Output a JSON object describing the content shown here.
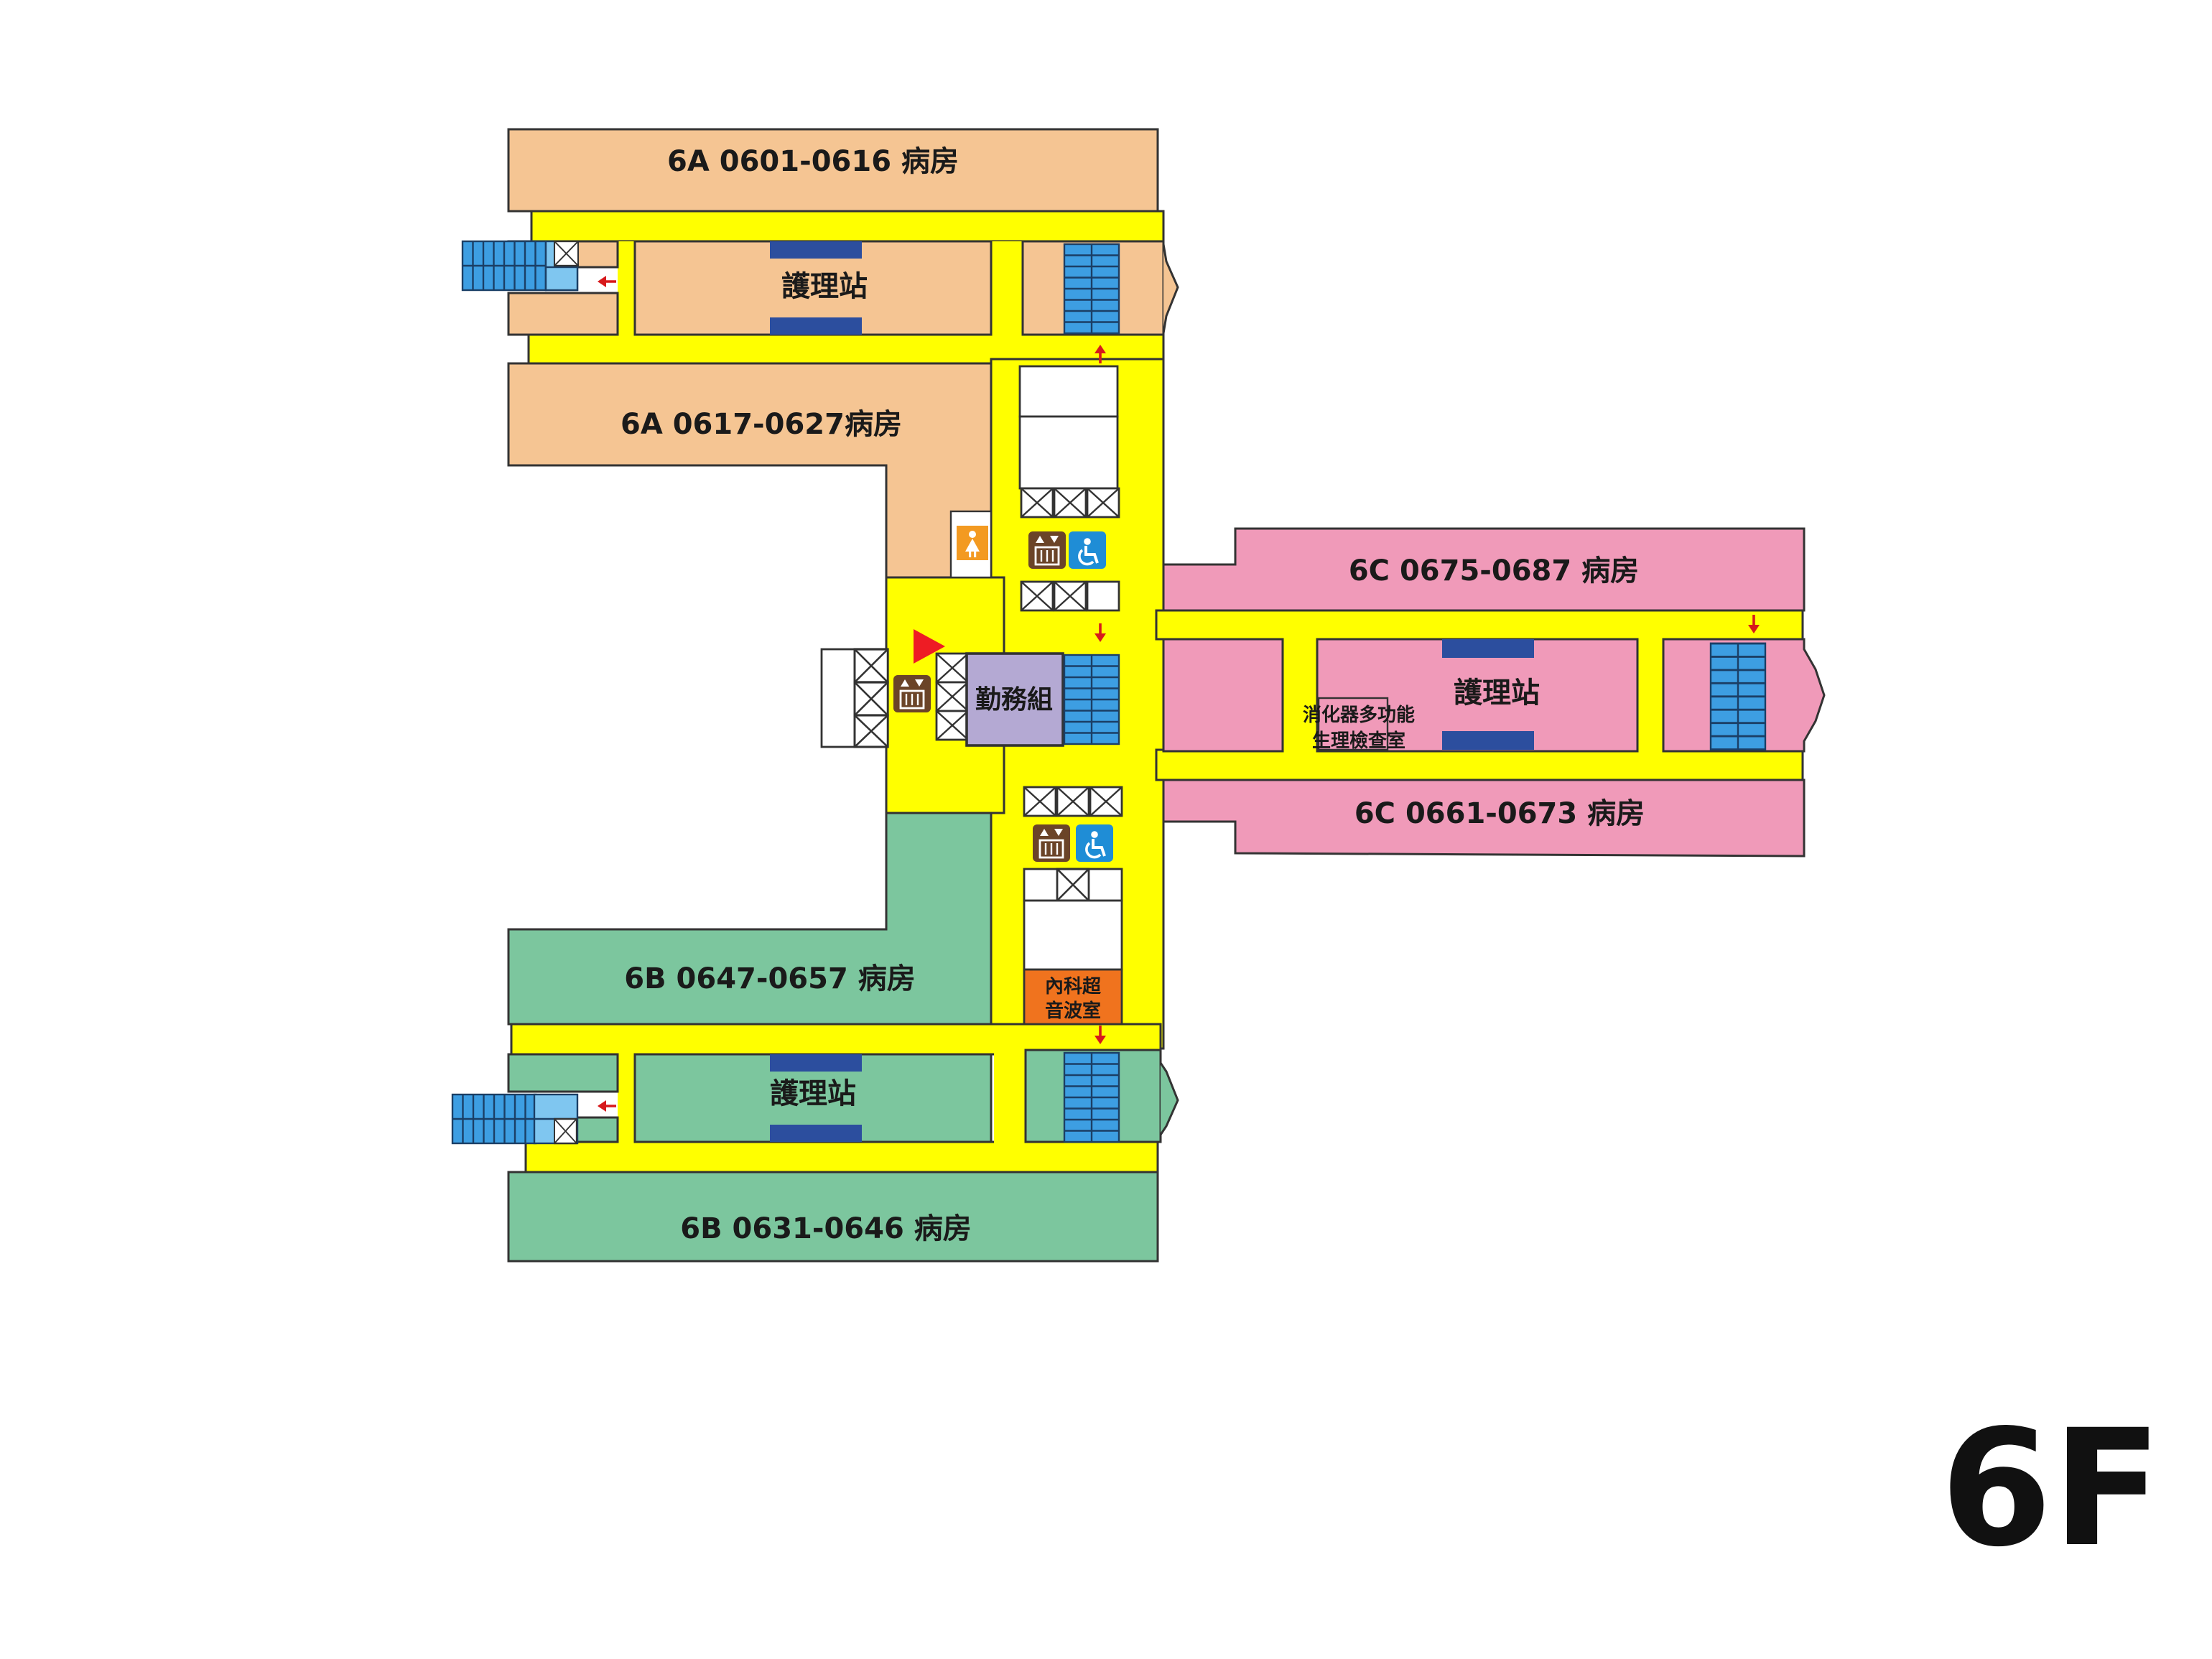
{
  "floor_label": "6F",
  "colors": {
    "ward_a": "#f5c593",
    "ward_b": "#7cc69e",
    "ward_c": "#f09ab9",
    "corridor": "#ffff00",
    "service": "#b4a9d3",
    "ultrasound": "#f0731e",
    "stairs": "#3d9ee2",
    "stairs_light": "#7fc6f0",
    "nurse_bar": "#2c4e9e",
    "marker": "#ee1c24",
    "arrow": "#d7191c",
    "icon_brown": "#6b4428",
    "icon_blue": "#1f8dd6",
    "icon_orange": "#f39a21"
  },
  "rooms": {
    "ward_6a_north": "6A 0601-0616 病房",
    "ward_6a_south": "6A 0617-0627病房",
    "ward_6c_north": "6C 0675-0687 病房",
    "ward_6c_south": "6C 0661-0673 病房",
    "ward_6b_north": "6B 0647-0657 病房",
    "ward_6b_south": "6B 0631-0646 病房",
    "nurse_station_a": "護理站",
    "nurse_station_b": "護理站",
    "nurse_station_c": "護理站",
    "service_office": "勤務組",
    "digestive_line1": "消化器多功能",
    "digestive_line2": "生理檢查室",
    "ultrasound_line1": "內科超",
    "ultrasound_line2": "音波室"
  },
  "icons": {
    "restroom_female": "restroom-female-icon",
    "restroom_male": "restroom-male-icon",
    "elevator": "elevator-icon",
    "accessible_elevator": "accessible-elevator-icon",
    "you_are_here": "you-are-here-marker-icon",
    "direction_arrow": "direction-arrow-icon",
    "stairs": "stairs-icon"
  }
}
